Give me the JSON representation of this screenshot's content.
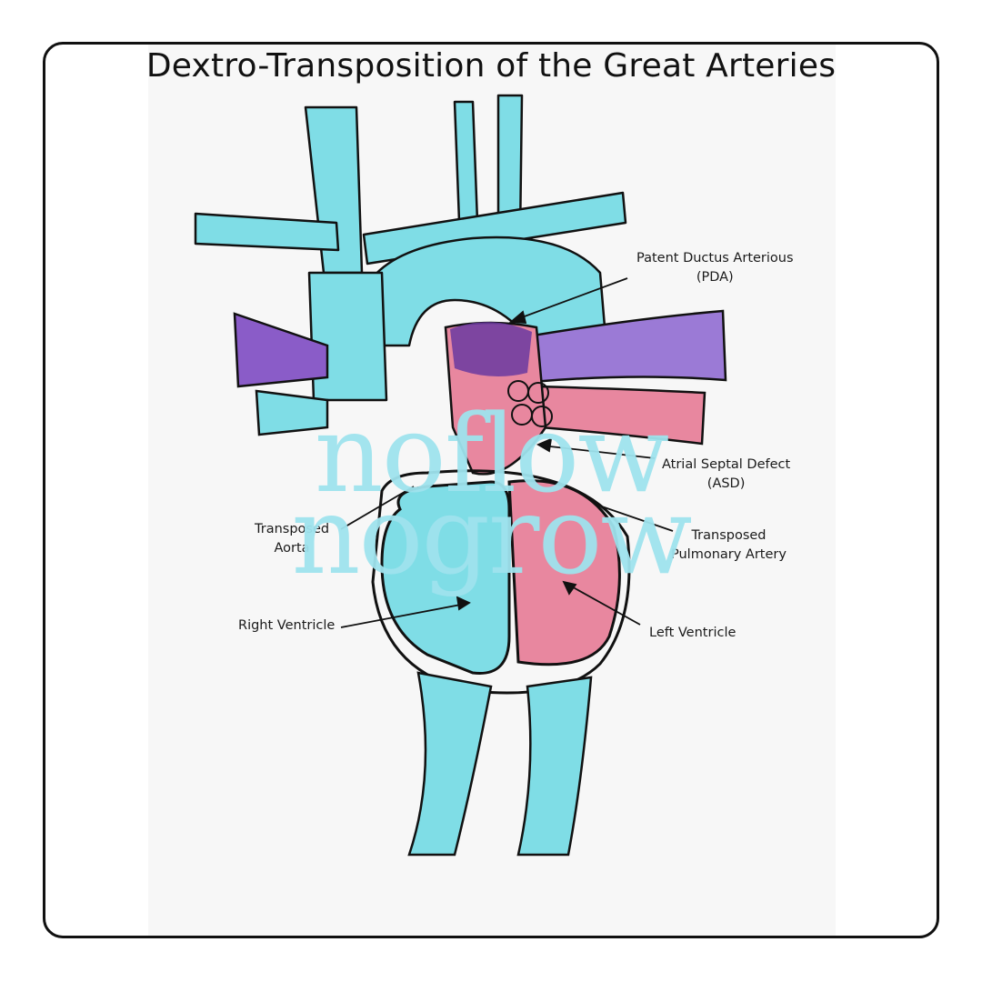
{
  "title": "Dextro-Transposition of the Great Arteries",
  "labels": {
    "pda": [
      "Patent Ductus Arterious",
      "(PDA)"
    ],
    "asd": [
      "Atrial Septal Defect",
      "(ASD)"
    ],
    "aorta": [
      "Transposed",
      "Aorta"
    ],
    "pulmonary": [
      "Transposed",
      "Pulmonary Artery"
    ],
    "rv": "Right Ventricle",
    "lv": "Left Ventricle"
  },
  "watermark": [
    "noflow",
    "nogrow"
  ],
  "colors": {
    "deoxygenated": "#7fdde6",
    "oxygenated": "#e8879f",
    "mixed": "#8a5cc8",
    "outline": "#111111",
    "watermark": "#9fe3ee"
  }
}
